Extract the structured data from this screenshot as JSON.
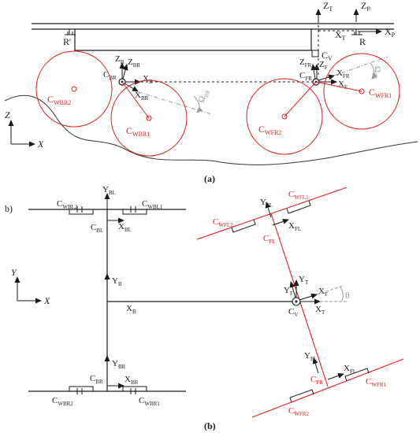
{
  "captions": {
    "a": "(a)",
    "b": "(b)",
    "b_side": "b)"
  },
  "colors": {
    "ink": "#1a1a1a",
    "red": "#e41e1e",
    "grey": "#9a9a9a"
  },
  "panel_a": {
    "R_prime": "R'",
    "R": "R",
    "Z_T": {
      "base": "Z",
      "sub": "T"
    },
    "Z_P": {
      "base": "Z",
      "sub": "P"
    },
    "X_T": {
      "base": "X",
      "sub": "T"
    },
    "X_P": {
      "base": "X",
      "sub": "P"
    },
    "C_V": {
      "base": "C",
      "sub": "V"
    },
    "Z_B": {
      "base": "Z",
      "sub": "B"
    },
    "Z_BR": {
      "base": "Z",
      "sub": "BR"
    },
    "C_BR": {
      "base": "C",
      "sub": "BR"
    },
    "X_B": {
      "base": "X",
      "sub": "B"
    },
    "X_BR": {
      "base": "X",
      "sub": "BR"
    },
    "Omega_BR": {
      "base": "Ω",
      "sub": "BR"
    },
    "Z_FR": {
      "base": "Z",
      "sub": "FR"
    },
    "Z_F": {
      "base": "Z",
      "sub": "F"
    },
    "C_FR": {
      "base": "C",
      "sub": "FR"
    },
    "X_FR": {
      "base": "X",
      "sub": "FR"
    },
    "X_F": {
      "base": "X",
      "sub": "F"
    },
    "Omega_FR": {
      "base": "Ω",
      "sub": "FR"
    },
    "C_WBR2": {
      "base": "C",
      "sub": "WBR2"
    },
    "C_WBR1": {
      "base": "C",
      "sub": "WBR1"
    },
    "C_WFR2": {
      "base": "C",
      "sub": "WFR2"
    },
    "C_WFR1": {
      "base": "C",
      "sub": "WFR1"
    },
    "axis_Z": "Z",
    "axis_X": "X"
  },
  "panel_b": {
    "C_WBL2": {
      "base": "C",
      "sub": "WBL2"
    },
    "C_WBL1": {
      "base": "C",
      "sub": "WBL1"
    },
    "Y_BL": {
      "base": "Y",
      "sub": "BL"
    },
    "C_BL": {
      "base": "C",
      "sub": "BL"
    },
    "X_BL": {
      "base": "X",
      "sub": "BL"
    },
    "Y_B": {
      "base": "Y",
      "sub": "B"
    },
    "X_B": {
      "base": "X",
      "sub": "B"
    },
    "Y_BR": {
      "base": "Y",
      "sub": "BR"
    },
    "C_BR": {
      "base": "C",
      "sub": "BR"
    },
    "X_BR": {
      "base": "X",
      "sub": "BR"
    },
    "C_WBR2": {
      "base": "C",
      "sub": "WBR2"
    },
    "C_WBR1": {
      "base": "C",
      "sub": "WBR1"
    },
    "C_WFL1": {
      "base": "C",
      "sub": "WFL1"
    },
    "C_WFL2": {
      "base": "C",
      "sub": "WFL2"
    },
    "Y_FL": {
      "base": "Y",
      "sub": "FL"
    },
    "C_FL": {
      "base": "C",
      "sub": "FL"
    },
    "X_FL": {
      "base": "X",
      "sub": "FL"
    },
    "Y_T": {
      "base": "Y",
      "sub": "T"
    },
    "Y_F": {
      "base": "Y",
      "sub": "F"
    },
    "X_F": {
      "base": "X",
      "sub": "F"
    },
    "X_T": {
      "base": "X",
      "sub": "T"
    },
    "C_V": {
      "base": "C",
      "sub": "V"
    },
    "theta": "θ",
    "Y_FR": {
      "base": "Y",
      "sub": "FL"
    },
    "C_FR": {
      "base": "C",
      "sub": "FR"
    },
    "X_FR": {
      "base": "X",
      "sub": "FL"
    },
    "C_WFR1": {
      "base": "C",
      "sub": "WFR1"
    },
    "C_WFR2": {
      "base": "C",
      "sub": "WFR2"
    },
    "axis_Y": "Y",
    "axis_X": "X"
  }
}
